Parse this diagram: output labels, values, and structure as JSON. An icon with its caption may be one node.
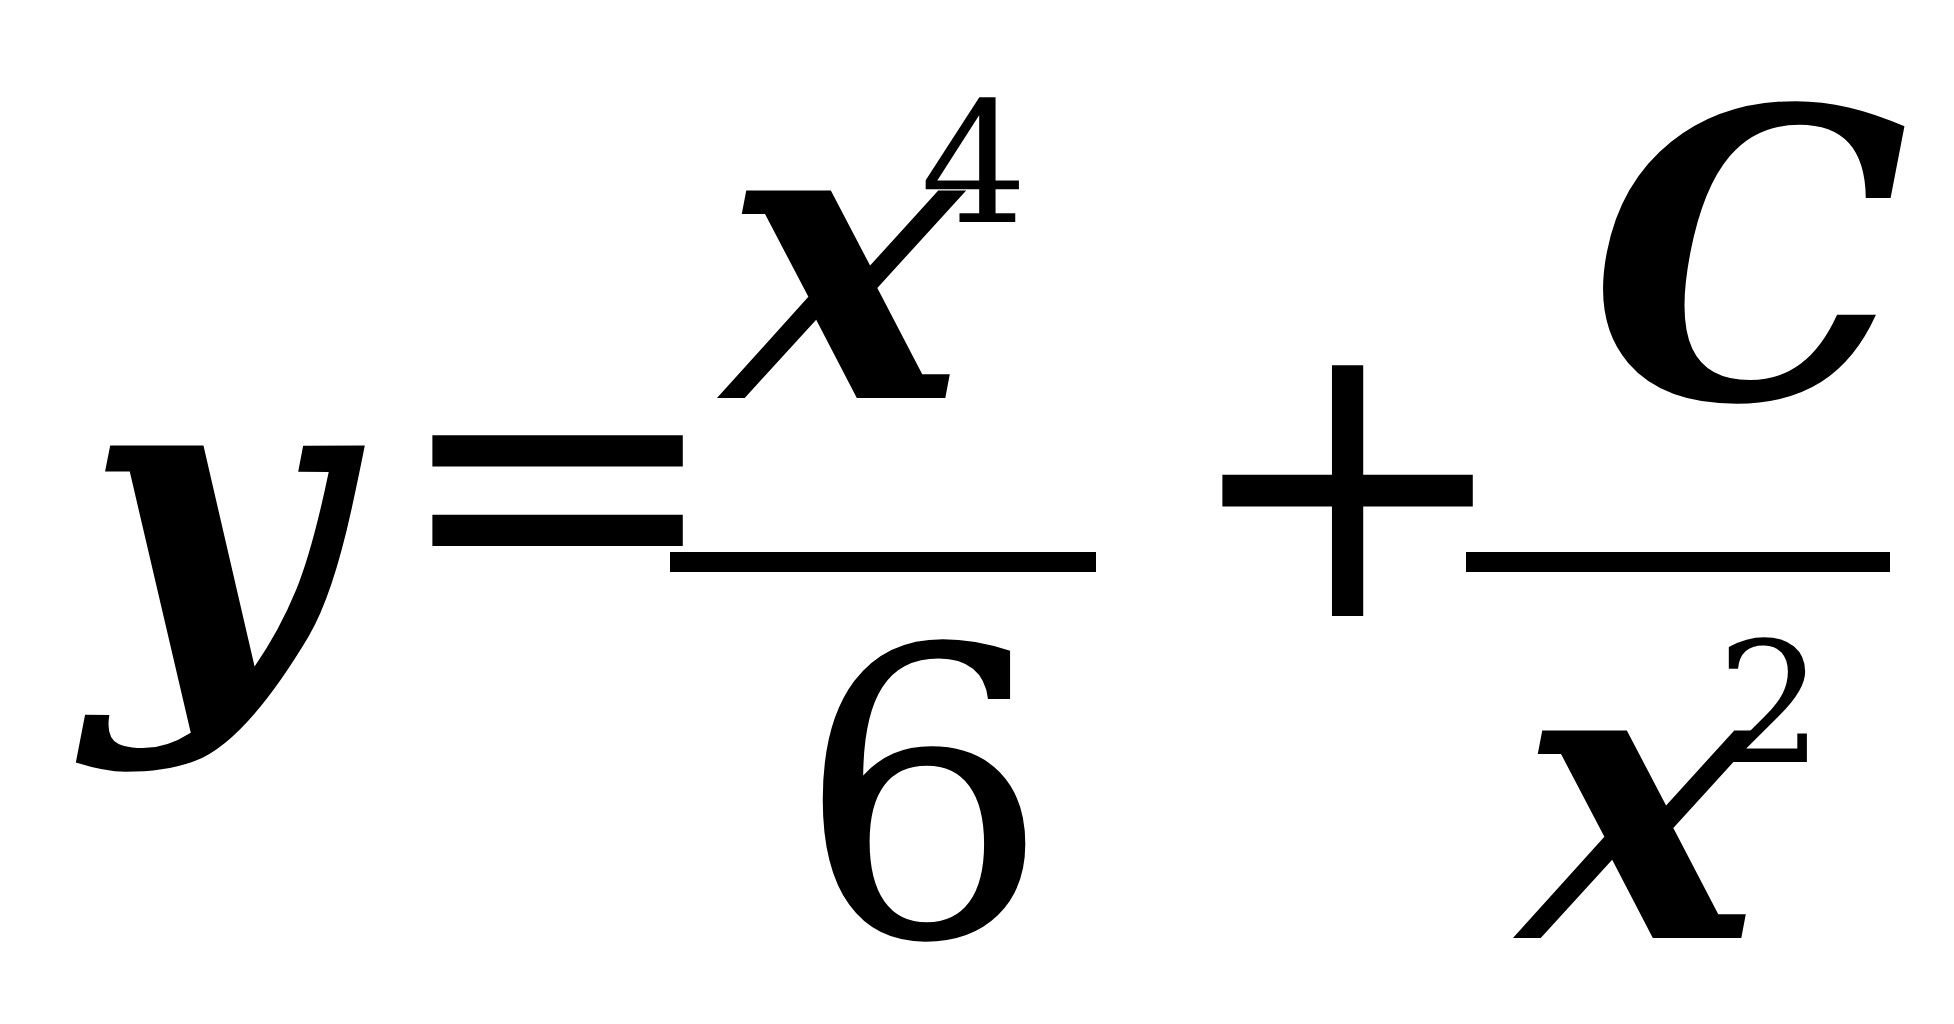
{
  "diagram": {
    "labels": [
      "y",
      "=",
      "x$^{4}$",
      "6",
      "+",
      "C",
      "x$^{2}$"
    ]
  }
}
